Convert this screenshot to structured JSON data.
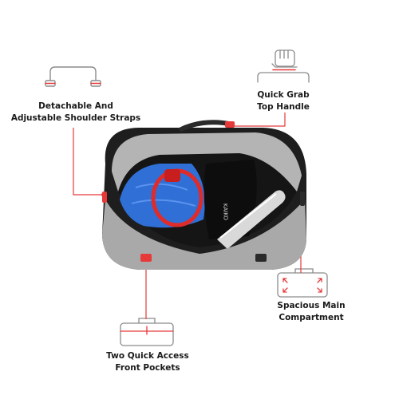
{
  "features": {
    "straps": {
      "line1": "Detachable And",
      "line2": "Adjustable Shoulder Straps",
      "icon": "shoulder-strap-icon"
    },
    "handle": {
      "line1": "Quick Grab",
      "line2": "Top Handle",
      "icon": "hand-grab-icon"
    },
    "main": {
      "line1": "Spacious Main",
      "line2": "Compartment",
      "icon": "expand-bag-icon"
    },
    "pockets": {
      "line1": "Two Quick Access",
      "line2": "Front Pockets",
      "icon": "front-pocket-bag-icon"
    }
  },
  "bag": {
    "towel_print": "KAIKO"
  },
  "colors": {
    "accent": "#e63a3a",
    "icon_stroke": "#8c8c8c",
    "bag_gray": "#a9a9a9",
    "bag_black": "#1e1e1e",
    "towel_blue": "#2f6fd6"
  }
}
